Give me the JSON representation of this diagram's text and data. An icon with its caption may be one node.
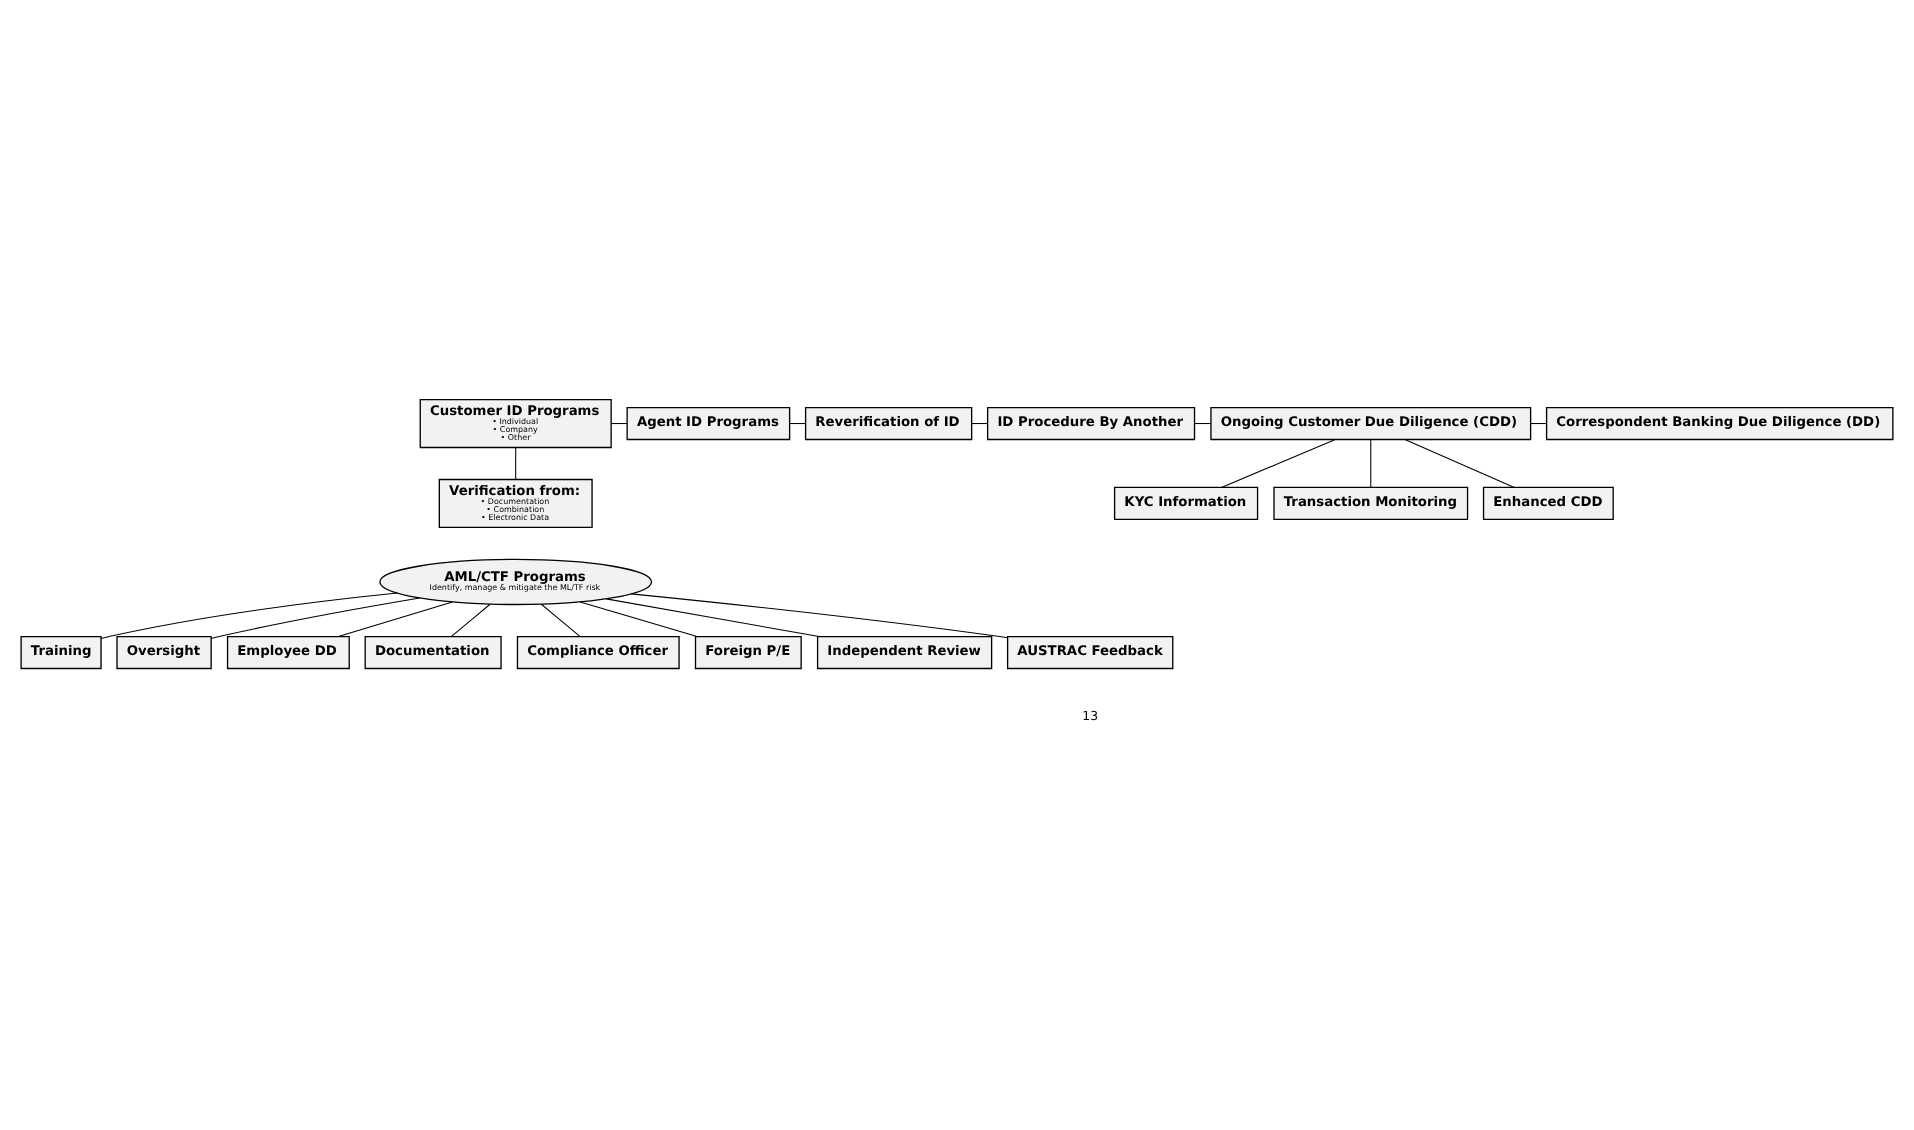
{
  "diagram": {
    "nodes": [
      {
        "text": [
          "Customer ID Programs",
          "• Individual",
          "• Company",
          "• Other"
        ]
      },
      {
        "text": [
          "Agent ID Programs"
        ]
      },
      {
        "text": [
          "Reverification of ID"
        ]
      },
      {
        "text": [
          "ID Procedure By Another"
        ]
      },
      {
        "text": [
          "Ongoing Customer Due Diligence (CDD)"
        ]
      },
      {
        "text": [
          "Correspondent Banking Due Diligence (DD)"
        ]
      },
      {
        "text": [
          "Verification from:",
          "• Documentation",
          "• Combination",
          "• Electronic Data"
        ]
      },
      {
        "text": [
          "KYC Information"
        ]
      },
      {
        "text": [
          "Transaction Monitoring"
        ]
      },
      {
        "text": [
          "Enhanced CDD"
        ]
      },
      {
        "text": [
          "AML/CTF Programs",
          "Identify, manage & mitigate the ML/TF risk"
        ]
      },
      {
        "text": [
          "Training"
        ]
      },
      {
        "text": [
          "Oversight"
        ]
      },
      {
        "text": [
          "Employee DD"
        ]
      },
      {
        "text": [
          "Documentation"
        ]
      },
      {
        "text": [
          "Compliance Officer"
        ]
      },
      {
        "text": [
          "Foreign P/E"
        ]
      },
      {
        "text": [
          "Independent Review"
        ]
      },
      {
        "text": [
          "AUSTRAC Feedback"
        ]
      }
    ],
    "edges": [
      {
        "from": 0,
        "to": 1,
        "arrow": "none"
      },
      {
        "from": 1,
        "to": 2,
        "arrow": "none"
      },
      {
        "from": 2,
        "to": 3,
        "arrow": "none"
      },
      {
        "from": 3,
        "to": 4,
        "arrow": "none"
      },
      {
        "from": 4,
        "to": 5,
        "arrow": "none"
      },
      {
        "from": 0,
        "to": 6,
        "arrow": "none"
      },
      {
        "from": 4,
        "to": 7,
        "arrow": "none"
      },
      {
        "from": 4,
        "to": 8,
        "arrow": "none"
      },
      {
        "from": 4,
        "to": 9,
        "arrow": "none"
      },
      {
        "from": 10,
        "to": 11,
        "arrow": "none"
      },
      {
        "from": 10,
        "to": 12,
        "arrow": "none"
      },
      {
        "from": 10,
        "to": 13,
        "arrow": "none"
      },
      {
        "from": 10,
        "to": 14,
        "arrow": "none"
      },
      {
        "from": 10,
        "to": 15,
        "arrow": "none"
      },
      {
        "from": 10,
        "to": 16,
        "arrow": "none"
      },
      {
        "from": 10,
        "to": 17,
        "arrow": "none"
      },
      {
        "from": 10,
        "to": 18,
        "arrow": "none"
      }
    ],
    "labels": [
      "13"
    ]
  }
}
